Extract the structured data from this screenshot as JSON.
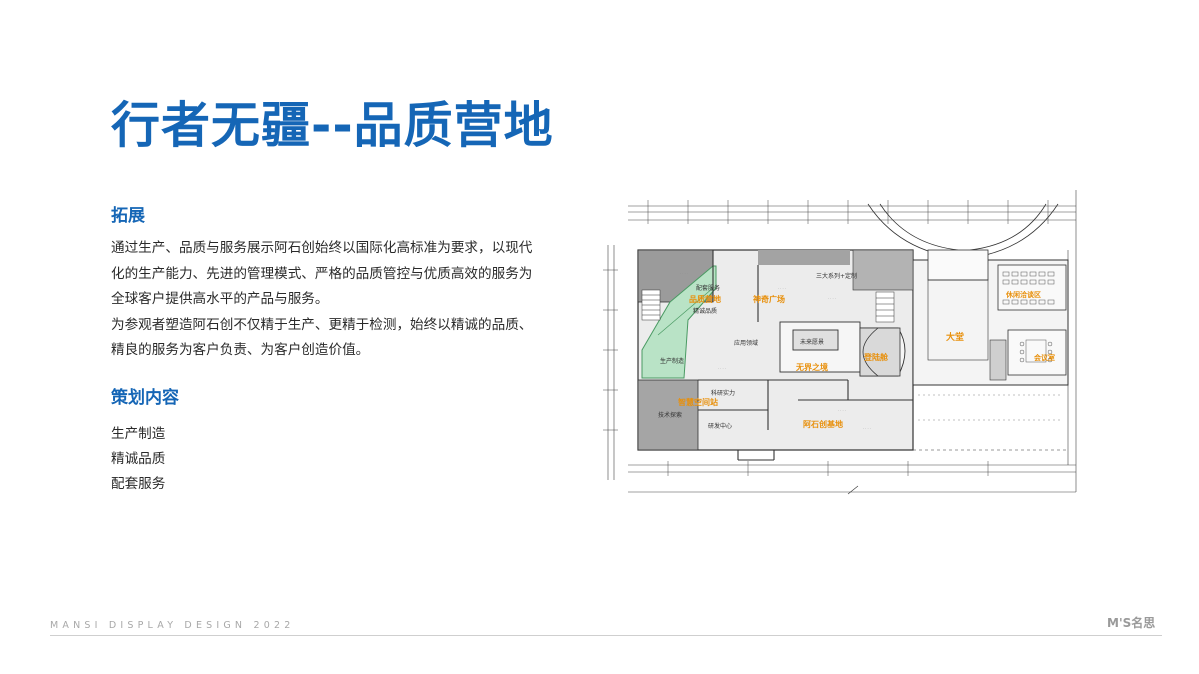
{
  "title": "行者无疆--品质营地",
  "section1": {
    "heading": "拓展",
    "lines": [
      "通过生产、品质与服务展示阿石创始终以国际化高标准为要求，以现代",
      "化的生产能力、先进的管理模式、严格的品质管控与优质高效的服务为",
      "全球客户提供高水平的产品与服务。",
      "为参观者塑造阿石创不仅精于生产、更精于检测，始终以精诚的品质、",
      "精良的服务为客户负责、为客户创造价值。"
    ]
  },
  "section2": {
    "heading": "策划内容",
    "items": [
      "生产制造",
      "精诚品质",
      "配套服务"
    ]
  },
  "floorplan": {
    "zones": {
      "pinzhi": "品质营地",
      "jingcheng": "精诚品质",
      "peitao": "配套服务",
      "shengchan": "生产制造",
      "shenqi": "神奇广场",
      "sanda": "三大系列+定制",
      "yingyong": "应用领域",
      "weilai": "未来愿景",
      "wujie": "无界之境",
      "dengluban": "登陆舱",
      "dating": "大堂",
      "zhihui": "智慧空间站",
      "keyan": "科研实力",
      "jishu": "技术探索",
      "yanfa": "研发中心",
      "ashi": "阿石创基地",
      "xiuxian": "休闲洽谈区",
      "huiyi": "会议室"
    }
  },
  "footer": {
    "text": "MANSI DISPLAY DESIGN 2022",
    "logo": "M'S名思"
  },
  "colors": {
    "title_blue": "#1566b6",
    "orange_label": "#e8900c",
    "green_zone": "#b9e3c6"
  }
}
